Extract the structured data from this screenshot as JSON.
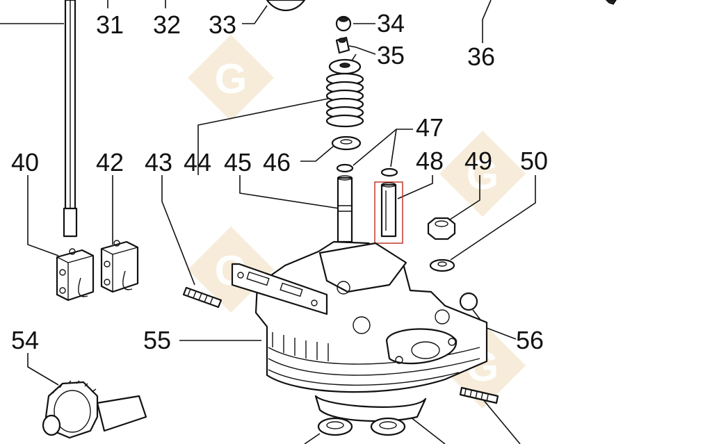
{
  "diagram": {
    "callouts": [
      "31",
      "32",
      "33",
      "34",
      "35",
      "36",
      "40",
      "42",
      "43",
      "44",
      "45",
      "46",
      "47",
      "48",
      "49",
      "50",
      "54",
      "55",
      "56"
    ],
    "watermark_text": "G",
    "highlight_color": "#c0392b",
    "line_color": "#111111",
    "watermark_color": "#e8cf9f"
  }
}
